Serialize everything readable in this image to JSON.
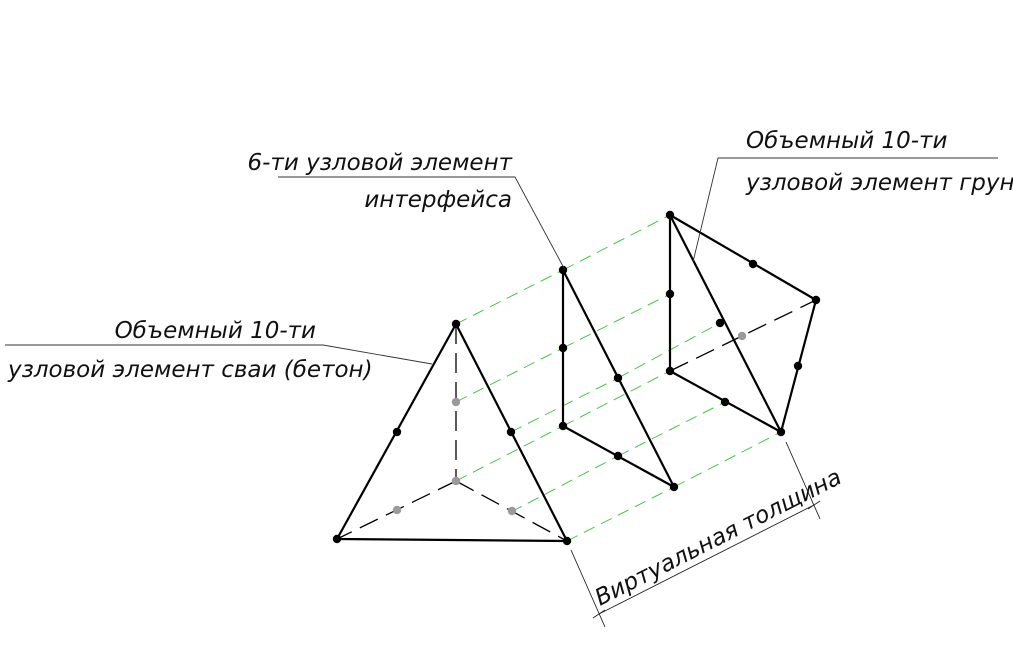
{
  "labels": {
    "interface_line1": "6-ти узловой элемент",
    "interface_line2": "интерфейса",
    "soil_line1": "Объемный 10-ти",
    "soil_line2": "узловой элемент грунта",
    "pile_line1": "Объемный 10-ти",
    "pile_line2": "узловой элемент сваи (бетон)",
    "thickness": "Виртуальная толщина"
  },
  "colors": {
    "edges": "#000000",
    "visible_node": "#000000",
    "hidden_node": "#9a9a9a",
    "projection_lines": "#34c234"
  }
}
